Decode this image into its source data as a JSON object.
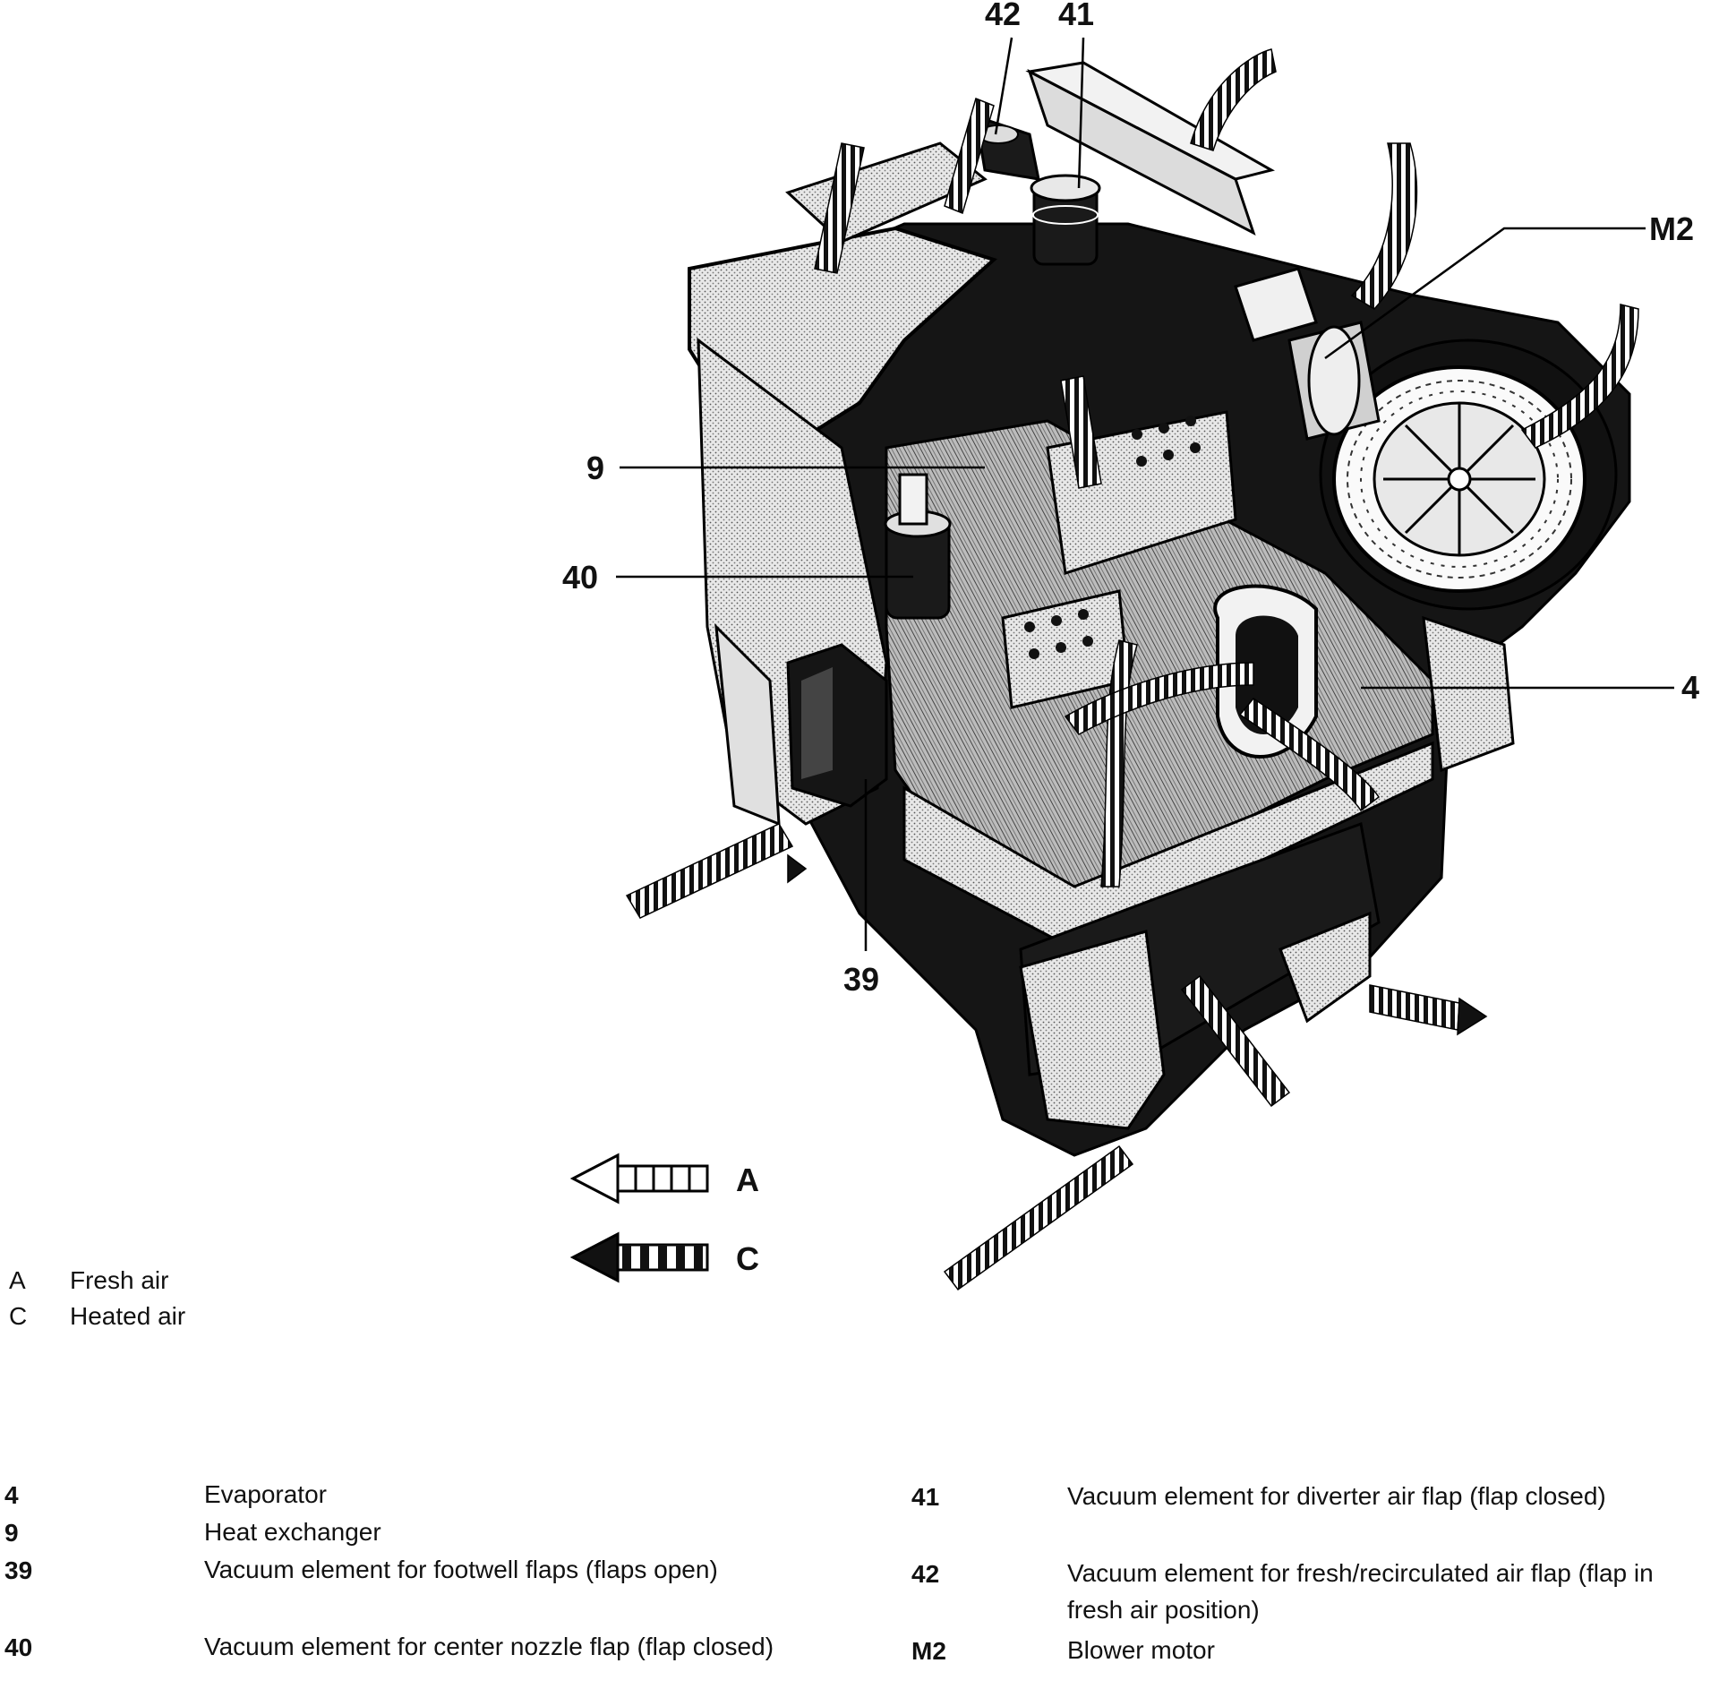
{
  "callouts": {
    "c42": "42",
    "c41": "41",
    "cM2": "M2",
    "c9": "9",
    "c40": "40",
    "c4": "4",
    "c39": "39",
    "cA": "A",
    "cC": "C"
  },
  "key": [
    {
      "letter": "A",
      "text": "Fresh air"
    },
    {
      "letter": "C",
      "text": "Heated air"
    }
  ],
  "legend_left": [
    {
      "num": "4",
      "text": "Evaporator"
    },
    {
      "num": "9",
      "text": "Heat exchanger"
    },
    {
      "num": "39",
      "text": "Vacuum element for footwell flaps (flaps open)"
    },
    {
      "num": "40",
      "text": "Vacuum element for center nozzle flap (flap closed)"
    }
  ],
  "legend_right": [
    {
      "num": "41",
      "text": "Vacuum element for diverter air flap (flap closed)"
    },
    {
      "num": "42",
      "text": "Vacuum element for fresh/recirculated air flap (flap in fresh air position)"
    },
    {
      "num": "M2",
      "text": "Blower motor"
    }
  ]
}
